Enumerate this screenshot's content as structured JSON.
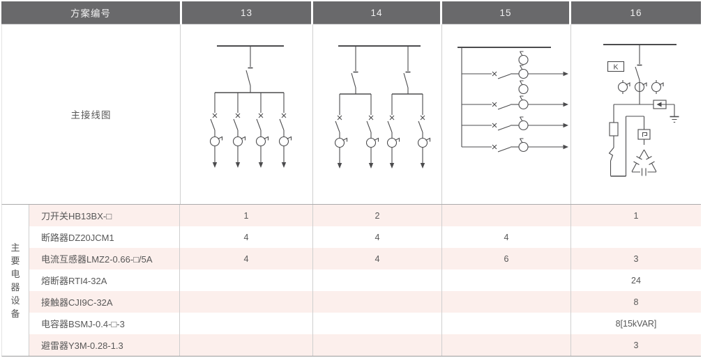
{
  "colors": {
    "header_bg": "#69696b",
    "header_text": "#f1f1f2",
    "row_pink": "#fcefec",
    "grid_line": "#cfcfcf",
    "strong_line": "#9b9b9c",
    "body_text": "#575757",
    "diagram_stroke": "#4b4b4d"
  },
  "header": {
    "scheme_label": "方案编号",
    "schemes": [
      "13",
      "14",
      "15",
      "16"
    ]
  },
  "diagram_row": {
    "label": "主接线图",
    "k_label": "K"
  },
  "equipment": {
    "side_label": "主要电器设备",
    "rows": [
      {
        "name": "刀开关HB13BX-□",
        "values": [
          "1",
          "2",
          "",
          "1"
        ]
      },
      {
        "name": "断路器DZ20JCM1",
        "values": [
          "4",
          "4",
          "4",
          ""
        ]
      },
      {
        "name": "电流互感器LMZ2-0.66-□/5A",
        "values": [
          "4",
          "4",
          "6",
          "3"
        ]
      },
      {
        "name": "熔断器RTI4-32A",
        "values": [
          "",
          "",
          "",
          "24"
        ]
      },
      {
        "name": "接触器CJI9C-32A",
        "values": [
          "",
          "",
          "",
          "8"
        ]
      },
      {
        "name": "电容器BSMJ-0.4-□-3",
        "values": [
          "",
          "",
          "",
          "8[15kVAR]"
        ]
      },
      {
        "name": "避雷器Y3M-0.28-1.3",
        "values": [
          "",
          "",
          "",
          "3"
        ]
      }
    ]
  }
}
